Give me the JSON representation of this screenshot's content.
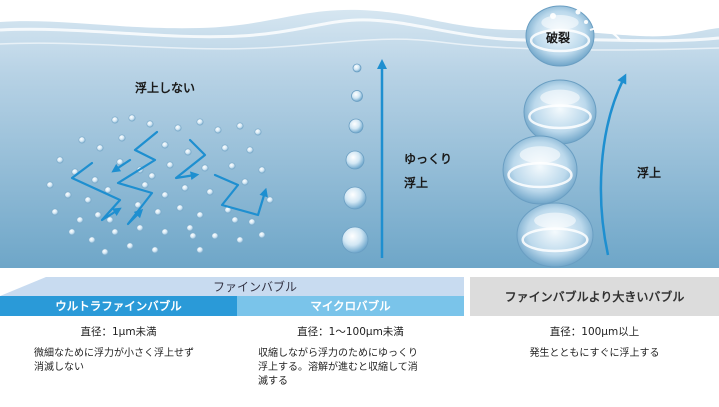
{
  "scene": {
    "burst_label": "破裂",
    "not_rising_label": "浮上しない",
    "slow_label_1": "ゆっくり",
    "slow_label_2": "浮上",
    "rise_label": "浮上"
  },
  "table": {
    "fine_bubble_header": "ファインバブル",
    "ultrafine_header": "ウルトラファインバブル",
    "micro_header": "マイクロバブル",
    "larger_header": "ファインバブルより大きいバブル",
    "ultrafine_diameter": "直径：1μm未満",
    "micro_diameter": "直径：1～100μm未満",
    "larger_diameter": "直径：100μm以上",
    "ultrafine_desc_1": "微細なために浮力が小さく浮上せず",
    "ultrafine_desc_2": "消滅しない",
    "micro_desc_1": "収縮しながら浮力のためにゆっくり",
    "micro_desc_2": "浮上する。溶解が進むと収縮して消",
    "micro_desc_3": "滅する",
    "larger_desc": "発生とともにすぐに浮上する"
  },
  "colors": {
    "water_top": "#c4dbea",
    "water_bottom": "#6aa4c6",
    "arrow": "#1e8fd0",
    "fine_header_bg": "#c8dbf0",
    "ultrafine_header_bg": "#2a9ad8",
    "micro_header_bg": "#7ac4ea",
    "larger_header_bg": "#dcdcdc"
  },
  "icons": [
    "up-arrow-icon",
    "zigzag-arrow-icon",
    "curved-arrow-icon",
    "bubble-icon"
  ]
}
